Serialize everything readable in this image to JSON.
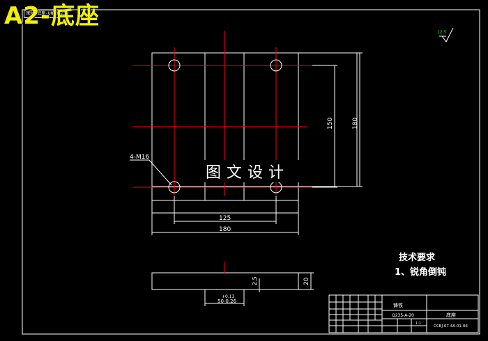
{
  "sheet": {
    "title": "A2-底座",
    "tag": "图号-底座-UNT0025"
  },
  "roughness": "12.5",
  "labels": {
    "hole_callout": "4-M16",
    "dim_height_inner": "150",
    "dim_height_outer": "180",
    "dim_width_inner": "125",
    "dim_width_outer": "180",
    "dim_side_small": "2.5",
    "dim_side_thickness": "20",
    "dim_slot_tol": "+0.13",
    "dim_slot": "50-0.26"
  },
  "stamp_text": "图文设计",
  "tech": {
    "heading": "技术要求",
    "item1": "1、锐角倒钝"
  },
  "title_block": {
    "material": "铸铁",
    "material_code": "Q235-A-20",
    "part_name": "底座",
    "drawing_no": "CCBJ.07-4A-01-06",
    "scale_cell": "1:1"
  },
  "colors": {
    "background": "#000000",
    "outline": "#ffffff",
    "centerline": "#ff0000",
    "title": "#f0f000",
    "roughness": "#00ff00"
  }
}
